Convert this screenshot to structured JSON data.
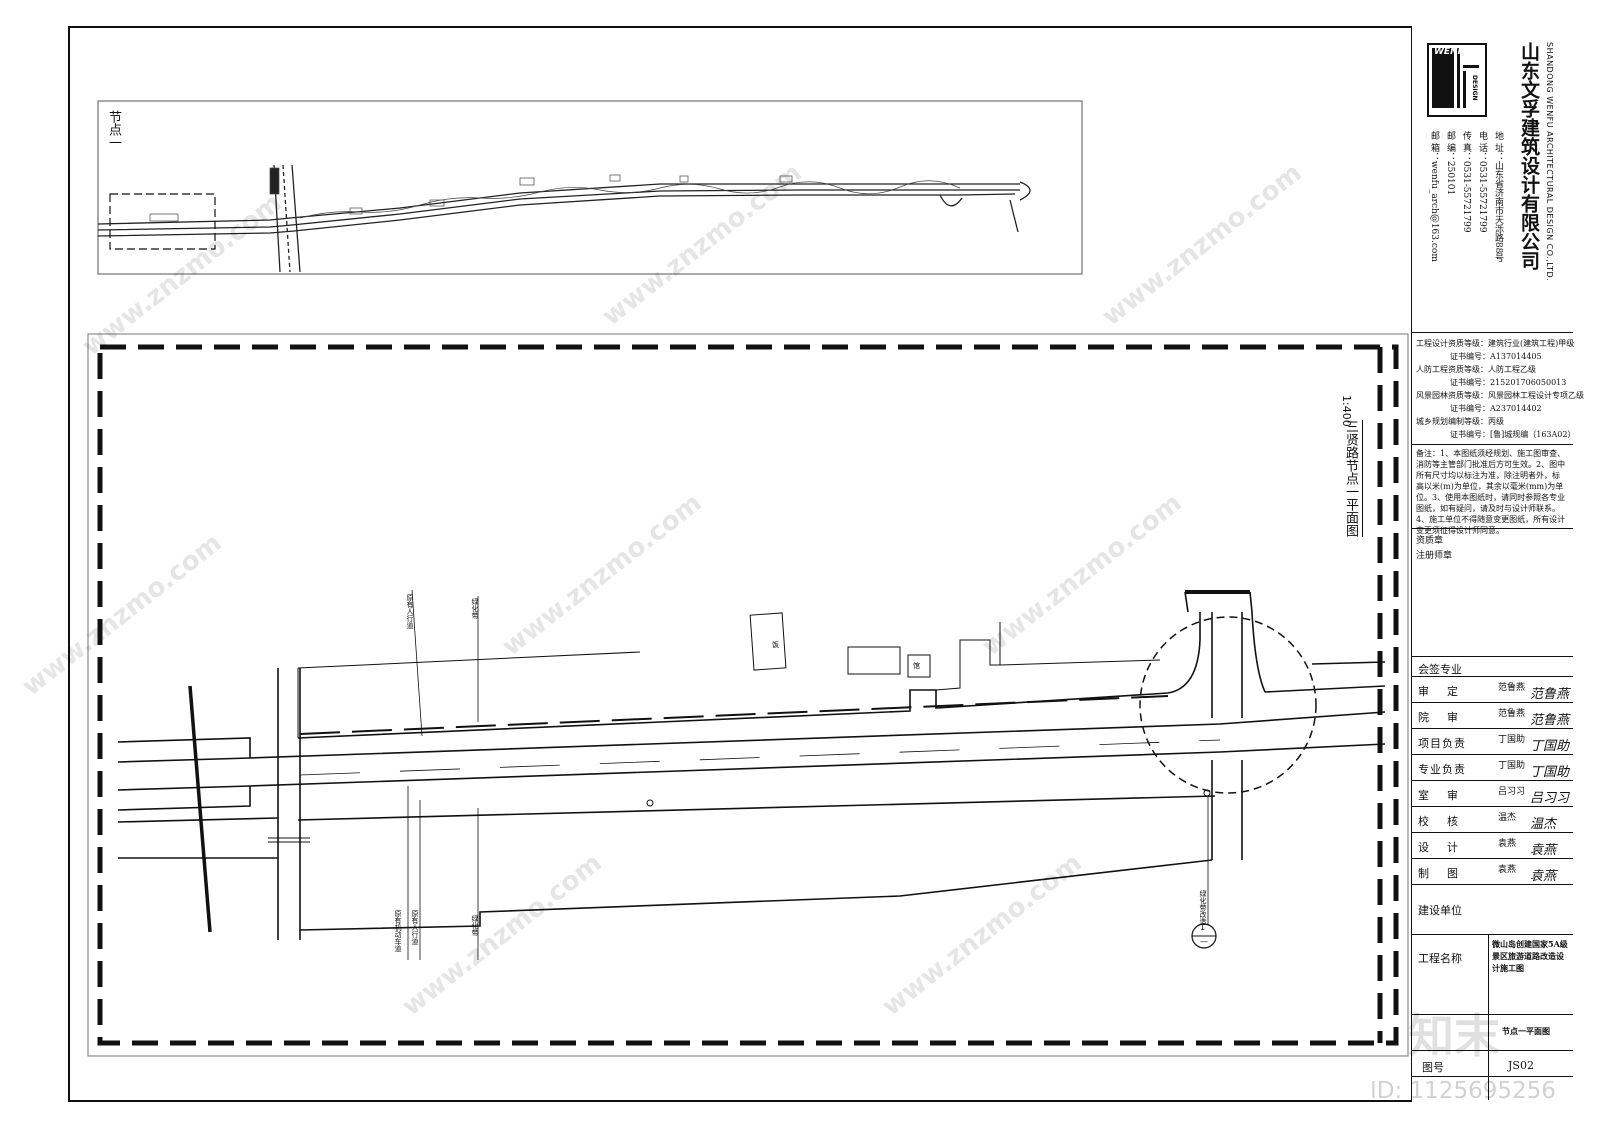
{
  "key_plan": {
    "node_label": "节点一"
  },
  "plan": {
    "title": "三贤路节点一平面图",
    "scale": "1:400",
    "annotations": {
      "existing_sidewalk_top": "原有人行道",
      "greenbelt_top": "绿化带",
      "existing_motor_lane": "原有机动车道",
      "existing_sidewalk_bottom": "原有人行道",
      "greenbelt_bottom": "绿化带",
      "greenbelt_right": "绿化带改造",
      "building_a": "饭",
      "building_b": "馆"
    },
    "detail_marker": "1",
    "detail_sheet": "—"
  },
  "company": {
    "name_cn": "山东文孚建筑设计有限公司",
    "name_en": "SHANDONG WENFU ARCHITECTURAL DESIGN CO.,LTD.",
    "logo_text": "WENFU",
    "logo_sub": "DESIGN",
    "address": "地 址：山东省济南市天泺路88号",
    "phone": "电 话：0531-55721799",
    "fax": "传 真：0531-55721799",
    "postcode": "邮 编：250101",
    "email": "邮 箱：wenfu_arch@163.com"
  },
  "qualifications": [
    "工程设计资质等级：建筑行业(建筑工程)甲级",
    "证书编号：A137014405",
    "人防工程资质等级：人防工程乙级",
    "证书编号：21520170605001​3",
    "风景园林资质等级：风景园林工程设计专项乙级",
    "证书编号：A237014402",
    "城乡规划编制等级：丙级",
    "证书编号：[鲁]城规编（163A02）"
  ],
  "notes": "备注：1、本图纸须经规划、施工图审查、消防等主管部门批准后方可生效。2、图中所有尺寸均以标注为准，除注明者外，标高以米(m)为单位，其余以毫米(mm)为单位。3、使用本图纸时，请同时参照各专业图纸，如有疑问，请及时与设计师联系。4、施工单位不得随意变更图纸，所有设计变更须征得设计师同意。",
  "seals": {
    "qualification_seal": "资质章",
    "engineer_seal": "注册师章"
  },
  "signoff": {
    "header": "会签专业",
    "rows": [
      {
        "role": "审定",
        "name": "范鲁燕",
        "signature": "范鲁燕"
      },
      {
        "role": "院审",
        "name": "范鲁燕",
        "signature": "范鲁燕"
      },
      {
        "role": "项目负责",
        "name": "丁国助",
        "signature": "丁国助"
      },
      {
        "role": "专业负责",
        "name": "丁国助",
        "signature": "丁国助"
      },
      {
        "role": "室审",
        "name": "吕习习",
        "signature": "吕习习"
      },
      {
        "role": "校核",
        "name": "温杰",
        "signature": "温杰"
      },
      {
        "role": "设计",
        "name": "袁燕",
        "signature": "袁燕"
      },
      {
        "role": "制图",
        "name": "袁燕",
        "signature": "袁燕"
      }
    ]
  },
  "project": {
    "client_label": "建设单位",
    "client": "",
    "name_label": "工程名称",
    "name": "微山岛创建国家5A级景区旅游道路改造设计施工图",
    "drawing_name": "节点一平面图",
    "drawing_no_label": "图号",
    "drawing_no": "JS02"
  },
  "watermark": {
    "site": "www.znzmo.com",
    "brand": "知末",
    "id": "ID: 1125695256"
  }
}
